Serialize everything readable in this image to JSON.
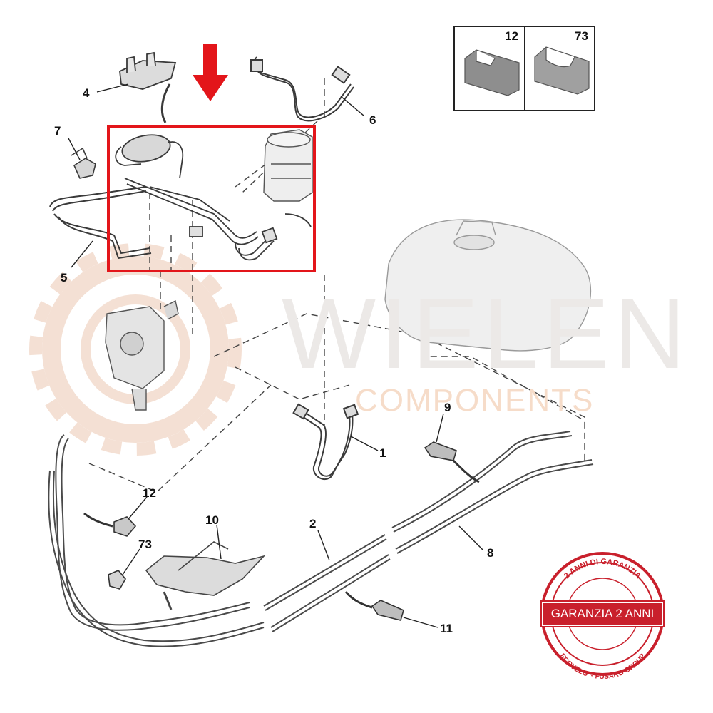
{
  "watermark": {
    "brand": "WIELEN",
    "subtitle": "COMPONENTS"
  },
  "inset": {
    "items": [
      {
        "number": "12"
      },
      {
        "number": "73"
      }
    ]
  },
  "callouts": [
    {
      "number": "4"
    },
    {
      "number": "6"
    },
    {
      "number": "7"
    },
    {
      "number": "5"
    },
    {
      "number": "9"
    },
    {
      "number": "1"
    },
    {
      "number": "12"
    },
    {
      "number": "10"
    },
    {
      "number": "2"
    },
    {
      "number": "73"
    },
    {
      "number": "8"
    },
    {
      "number": "11"
    }
  ],
  "stamp": {
    "top_text": "2 ANNI DI GARANZIA",
    "label": "GARANZIA 2 ANNI",
    "bottom_text": "ECOVELO' - FUSARO GROUP"
  },
  "colors": {
    "highlight_red": "#e3151a",
    "stamp_red": "#c9202c",
    "line_gray": "#333333",
    "gear_tint": "#f4e0d4"
  }
}
